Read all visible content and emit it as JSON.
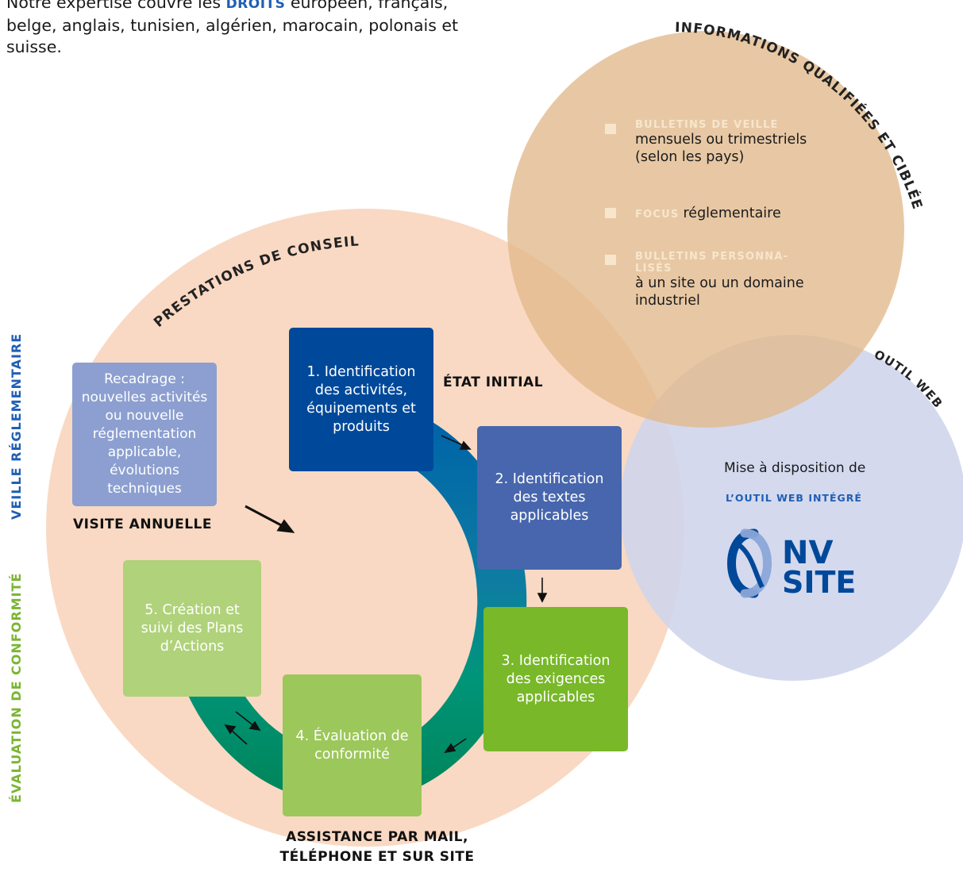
{
  "intro": {
    "before": "Notre expertise couvre les ",
    "highlight": "DROITS",
    "after": " européen, français, belge, anglais, tunisien, algérien, marocain, polonais et suisse."
  },
  "side_labels": {
    "veille": "VEILLE RÉGLEMENTAIRE",
    "evaluation": "ÉVALUATION DE CONFORMITÉ"
  },
  "circles": {
    "conseil_title": "PRESTATIONS DE CONSEIL",
    "info_title": "INFORMATIONS QUALIFIÉES ET CIBLÉES",
    "web_title": "OUTIL WEB"
  },
  "info_items": [
    {
      "title": "BULLETINS DE VEILLE",
      "text": "mensuels ou trimestriels (selon les pays)"
    },
    {
      "title": "FOCUS",
      "text": "réglementaire"
    },
    {
      "title_line1": "BULLETINS PERSONNA-",
      "title_line2": "LISÉS",
      "text": "à un site ou un domaine industriel"
    }
  ],
  "web": {
    "intro": "Mise à disposition de",
    "tool": "L’OUTIL  WEB INTÉGRÉ",
    "logo_line1": "NV",
    "logo_line2": "SITE"
  },
  "steps": {
    "s1": "1. Identification des activités, équipements et produits",
    "s2": "2. Identification des textes applicables",
    "s3": "3. Identification des exigences applicables",
    "s4": "4. Évaluation de conformité",
    "s5": "5. Création et suivi des Plans d’Actions",
    "recadrage": "Recadrage : nouvelles activités ou nouvelle réglementation applicable, évolutions techniques"
  },
  "labels": {
    "etat_initial": "ÉTAT INITIAL",
    "visite": "VISITE ANNUELLE",
    "assistance_line1": "ASSISTANCE PAR MAIL,",
    "assistance_line2": "TÉLÉPHONE ET SUR SITE"
  },
  "colors": {
    "conseil_circle": "#f9d9c3",
    "info_circle": "#e2b98a",
    "web_circle": "#cfd5ec",
    "blue_dark": "#00489a",
    "blue_mid": "#4766ad",
    "blue_light": "#8c9fd0",
    "green_strong": "#78b829",
    "green_mid": "#9cc75a",
    "green_light": "#b0d27a",
    "ring_blue": "#0068a8",
    "ring_green": "#009a6a",
    "accent_blue": "#1f5fb4",
    "accent_green": "#7ab532"
  }
}
